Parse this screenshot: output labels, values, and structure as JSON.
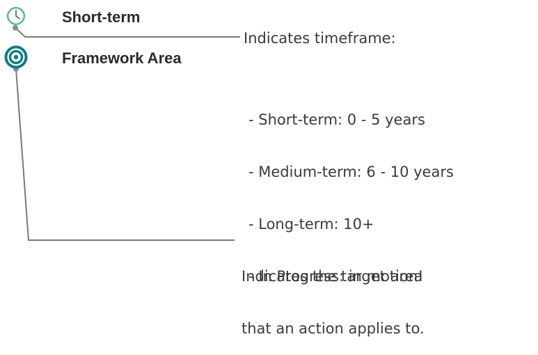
{
  "legend": {
    "timeframe_label": "Short-term",
    "framework_label": "Framework Area"
  },
  "icons": {
    "timeframe": "clock-icon",
    "framework": "target-icon"
  },
  "colors": {
    "clock_stroke": "#2a9d6a",
    "target_teal": "#0e7c86",
    "connector": "#7a7a7a",
    "dot": "#8c8c8c"
  },
  "annotations": {
    "timeframe_title": "Indicates timeframe:",
    "timeframes": [
      "- Short-term: 0 - 5 years",
      "- Medium-term: 6 - 10 years",
      "- Long-term: 10+",
      "- In Progress: in motion!"
    ],
    "target_line1": "Indicates the target area",
    "target_line2": "that an action applies to."
  }
}
